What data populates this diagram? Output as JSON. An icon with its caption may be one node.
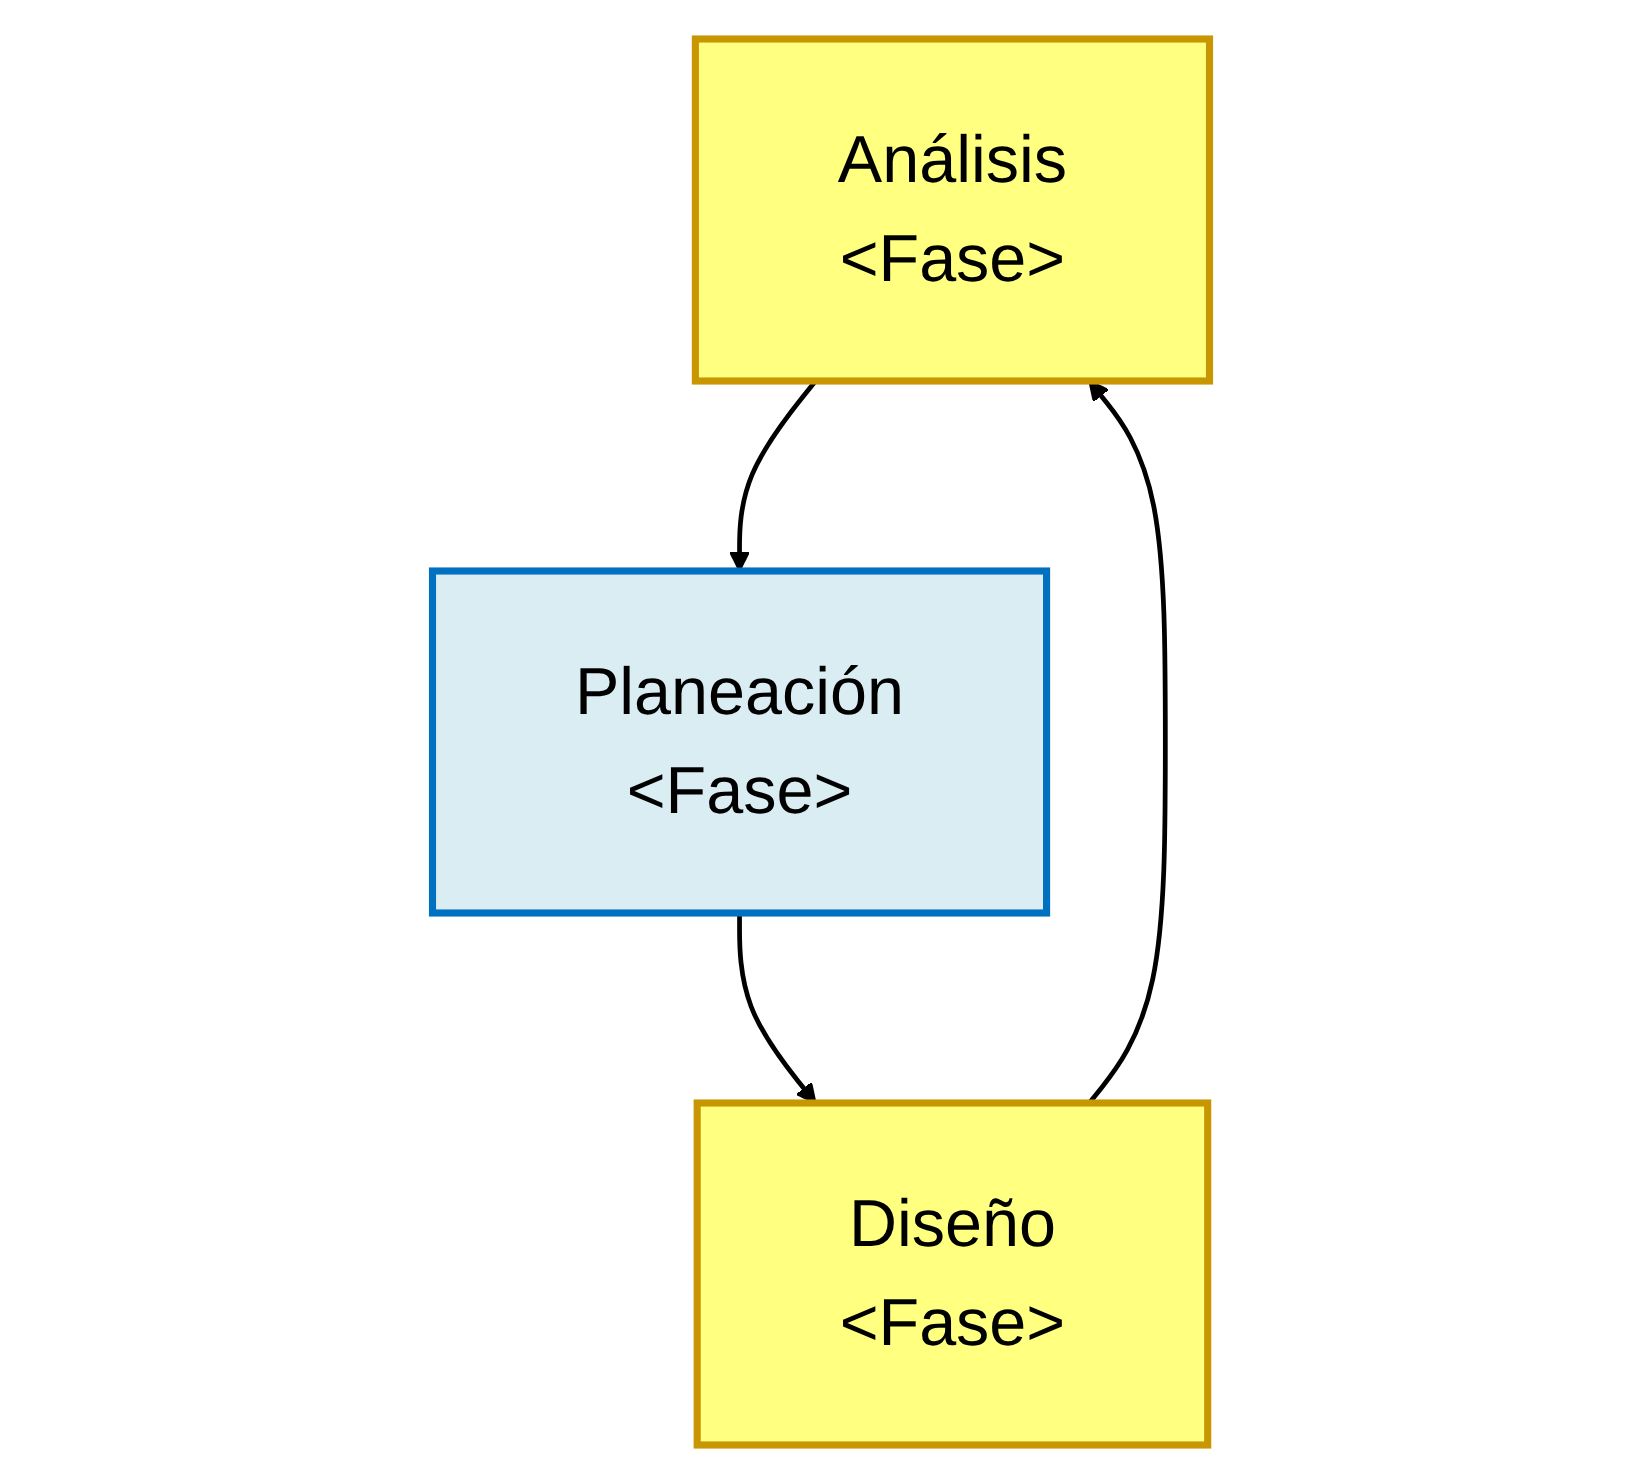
{
  "diagram": {
    "nodes": [
      {
        "text": [
          "Análisis",
          "<Fase>"
        ]
      },
      {
        "text": [
          "Diseño",
          "<Fase>"
        ]
      },
      {
        "text": [
          "Planeación",
          "<Fase>"
        ]
      }
    ],
    "edges": [
      {
        "from": 0,
        "to": 2,
        "arrow": "to"
      },
      {
        "from": 2,
        "to": 1,
        "arrow": "to"
      },
      {
        "from": 1,
        "to": 0,
        "arrow": "to"
      }
    ]
  }
}
